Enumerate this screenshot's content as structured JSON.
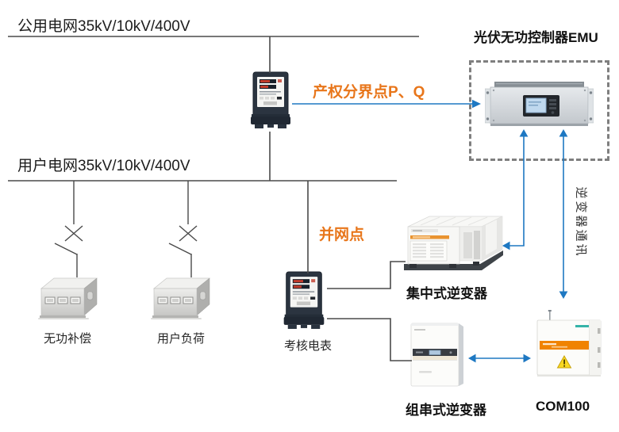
{
  "grid": {
    "public_bus_label": "公用电网35kV/10kV/400V",
    "user_bus_label": "用户电网35kV/10kV/400V"
  },
  "annotations": {
    "property_boundary_point": "产权分界点P、Q",
    "grid_connection_point": "并网点",
    "inverter_comm": "逆变器通讯"
  },
  "devices": {
    "emu": {
      "label": "光伏无功控制器EMU"
    },
    "reactive_compensation": {
      "label": "无功补偿"
    },
    "user_load": {
      "label": "用户负荷"
    },
    "assessment_meter": {
      "label": "考核电表"
    },
    "central_inverter": {
      "label": "集中式逆变器"
    },
    "string_inverter": {
      "label": "组串式逆变器"
    },
    "com100": {
      "label": "COM100"
    }
  },
  "colors": {
    "accent_orange": "#E8761B",
    "comm_blue": "#1E78C2",
    "wire_gray": "#4A4A4A",
    "dashed_border_gray": "#7F7F7F"
  }
}
